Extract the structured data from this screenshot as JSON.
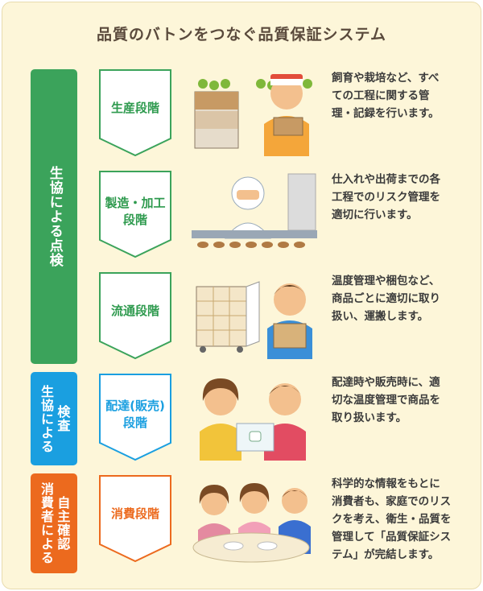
{
  "title": "品質のバトンをつなぐ品質保証システム",
  "bands": {
    "green": {
      "lines": [
        "生協による点検"
      ]
    },
    "blue": {
      "lines": [
        "生協による",
        "検査"
      ]
    },
    "orange": {
      "lines": [
        "消費者による",
        "自主確認"
      ]
    }
  },
  "stages": [
    {
      "label_lines": [
        "生産段階"
      ],
      "color": "#3ba35b",
      "desc_lines": [
        "飼育や栽培など、すべ",
        "ての工程に関する管",
        "理・記録を行います。"
      ],
      "illustration": "farmer-with-produce"
    },
    {
      "label_lines": [
        "製造・加工",
        "段階"
      ],
      "color": "#3ba35b",
      "desc_lines": [
        "仕入れや出荷までの各",
        "工程でのリスク管理を",
        "適切に行います。"
      ],
      "illustration": "factory-worker"
    },
    {
      "label_lines": [
        "流通段階"
      ],
      "color": "#3ba35b",
      "desc_lines": [
        "温度管理や梱包など、",
        "商品ごとに適切に取り",
        "扱い、運搬します。"
      ],
      "illustration": "delivery-worker"
    },
    {
      "label_lines": [
        "配達(販売)",
        "段階"
      ],
      "color": "#1a9fe0",
      "desc_lines": [
        "配達時や販売時に、適",
        "切な温度管理で商品を",
        "取り扱います。"
      ],
      "illustration": "delivery-handover"
    },
    {
      "label_lines": [
        "消費段階"
      ],
      "color": "#ec6a1e",
      "desc_lines": [
        "科学的な情報をもとに",
        "消費者も、家庭でのリス",
        "クを考え、衛生・品質を",
        "管理して「品質保証シス",
        "テム」が完結します。"
      ],
      "illustration": "family-meal"
    }
  ]
}
